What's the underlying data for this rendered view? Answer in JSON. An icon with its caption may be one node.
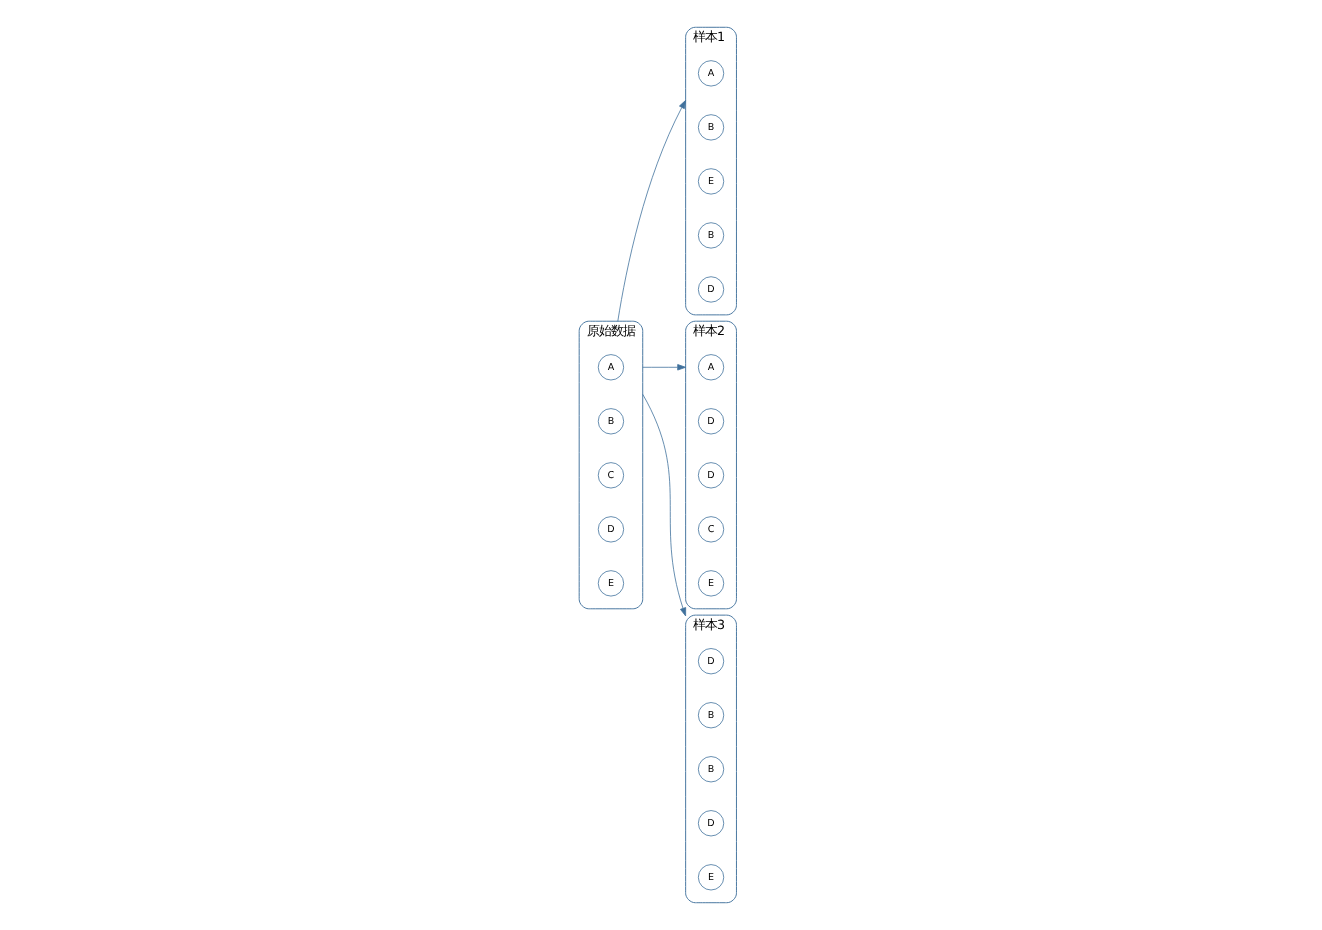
{
  "diagram": {
    "nodes": [
      {
        "text": [
          "样本1"
        ]
      },
      {
        "text": [
          "A"
        ],
        "in": 0
      },
      {
        "text": [
          "B"
        ],
        "in": 0
      },
      {
        "text": [
          "E"
        ],
        "in": 0
      },
      {
        "text": [
          "B"
        ],
        "in": 0
      },
      {
        "text": [
          "D"
        ],
        "in": 0
      },
      {
        "text": [
          "原始数据"
        ]
      },
      {
        "text": [
          "A"
        ],
        "in": 6
      },
      {
        "text": [
          "B"
        ],
        "in": 6
      },
      {
        "text": [
          "C"
        ],
        "in": 6
      },
      {
        "text": [
          "D"
        ],
        "in": 6
      },
      {
        "text": [
          "E"
        ],
        "in": 6
      },
      {
        "text": [
          "样本2"
        ]
      },
      {
        "text": [
          "A"
        ],
        "in": 12
      },
      {
        "text": [
          "D"
        ],
        "in": 12
      },
      {
        "text": [
          "D"
        ],
        "in": 12
      },
      {
        "text": [
          "C"
        ],
        "in": 12
      },
      {
        "text": [
          "E"
        ],
        "in": 12
      },
      {
        "text": [
          "样本3"
        ]
      },
      {
        "text": [
          "D"
        ],
        "in": 18
      },
      {
        "text": [
          "B"
        ],
        "in": 18
      },
      {
        "text": [
          "B"
        ],
        "in": 18
      },
      {
        "text": [
          "D"
        ],
        "in": 18
      },
      {
        "text": [
          "E"
        ],
        "in": 18
      }
    ],
    "edges": [
      {
        "from": 6,
        "to": 0,
        "arrow": "to"
      },
      {
        "from": 6,
        "to": 12,
        "arrow": "to"
      },
      {
        "from": 6,
        "to": 18,
        "arrow": "to"
      }
    ]
  }
}
